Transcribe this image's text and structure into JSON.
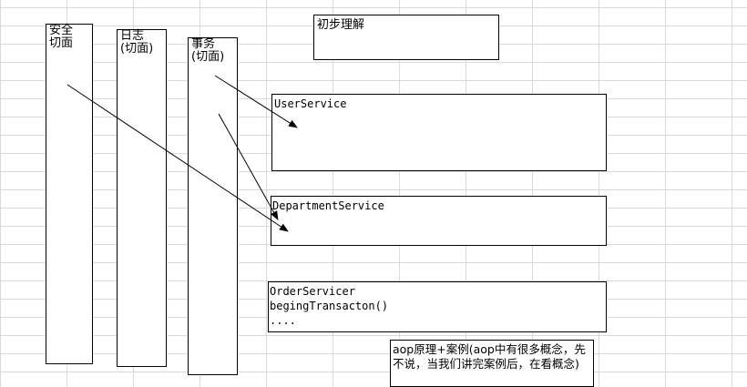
{
  "aspects": {
    "security": "安全\n切面",
    "log": "日志\n(切面)",
    "transaction": "事务\n(切面)"
  },
  "title_note": "初步理解",
  "services": {
    "user": "UserService",
    "department": "DepartmentService",
    "order": {
      "name": "OrderServicer",
      "method": "begingTransacton()",
      "ellipsis": "...."
    }
  },
  "note": "aop原理+案例(aop中有很多概念，先不说，当我们讲完案例后，在看概念)"
}
